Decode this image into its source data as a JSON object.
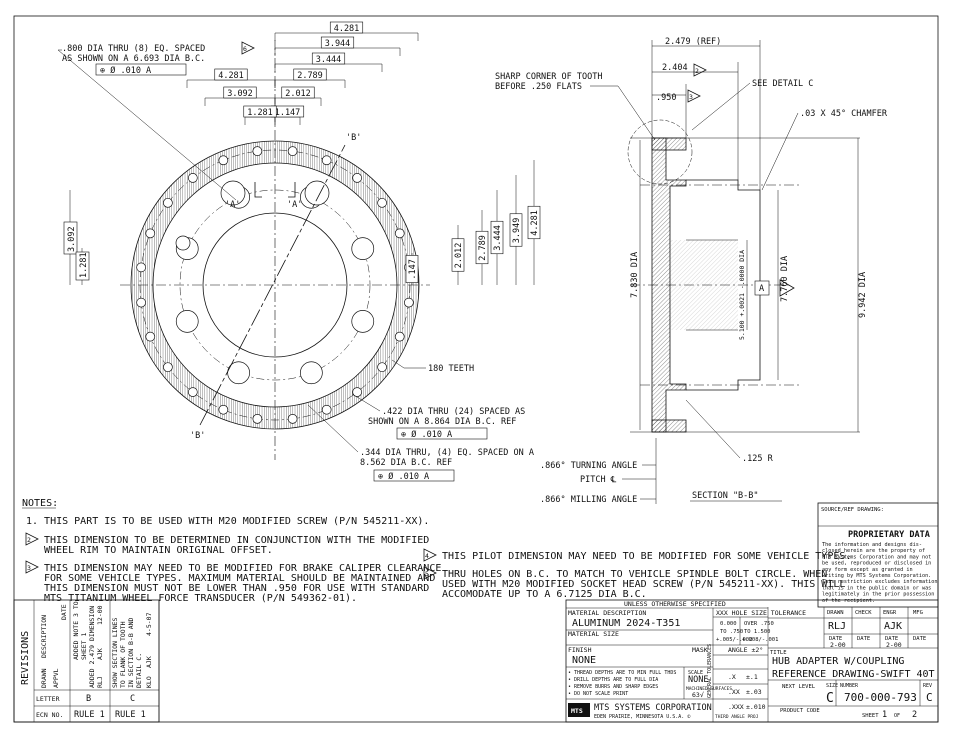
{
  "front_view": {
    "top_dims": [
      "4.281",
      "3.944",
      "3.444",
      "2.789",
      "2.012",
      "1.147",
      "1.281",
      "3.092",
      "4.281"
    ],
    "right_dims": [
      ".147",
      "2.012",
      "2.789",
      "3.444",
      "3.949",
      "4.281"
    ],
    "left_dims": [
      "3.092",
      "1.281"
    ],
    "callout_800": [
      ".800 DIA THRU (8) EQ. SPACED",
      "AS SHOWN ON A 6.693 DIA B.C."
    ],
    "callout_800_note": "6",
    "fcf_800": "⊕ Ø .010 A",
    "callout_422": [
      ".422 DIA THRU (24) SPACED AS",
      "SHOWN ON A 8.864 DIA B.C. REF"
    ],
    "fcf_422": "⊕ Ø .010 A",
    "callout_344": [
      ".344 DIA THRU, (4) EQ. SPACED ON A",
      "8.562 DIA B.C. REF"
    ],
    "fcf_344": "⊕ Ø .010 A",
    "teeth": "180 TEETH",
    "section_a": "'A'",
    "section_b": "'B'"
  },
  "section_view": {
    "dim_2479": "2.479 (REF)",
    "dim_2404": "2.404",
    "dim_2404_note": "2",
    "dim_950": ".950",
    "dim_950_note": "3",
    "sharp_corner": [
      "SHARP CORNER OF TOOTH",
      "BEFORE .250 FLATS"
    ],
    "see_detail": "SEE DETAIL  C",
    "chamfer": ".03 X 45° CHAMFER",
    "dia_7830": "7.830 DIA",
    "dia_7760": "7.760 DIA",
    "dia_9942": "9.942 DIA",
    "dia_5100": "5.100 +.0021 -.0000 DIA",
    "datum_a": "A",
    "turning_angle": ".866° TURNING ANGLE",
    "pitch": "PITCH ℄",
    "milling_angle": ".866° MILLING ANGLE",
    "radius": ".125 R",
    "section_label": "SECTION \"B-B\""
  },
  "notes": {
    "heading": "NOTES:",
    "n1": "1.  THIS PART IS TO BE USED WITH M20 MODIFIED SCREW (P/N 545211-XX).",
    "n2": [
      "THIS DIMENSION TO BE DETERMINED IN CONJUNCTION WITH THE MODIFIED",
      "WHEEL RIM TO MAINTAIN ORIGINAL OFFSET."
    ],
    "n3": [
      "THIS DIMENSION MAY NEED TO BE MODIFIED FOR BRAKE CALIPER CLEARANCE",
      "FOR SOME VEHICLE TYPES. MAXIMUM MATERIAL SHOULD BE MAINTAINED AND",
      "THIS DIMENSION MUST NOT BE LOWER THAN .950 FOR USE WITH STANDARD",
      "MTS TITANIUM WHEEL FORCE TRANSDUCER (P/N 549362-01)."
    ],
    "n4": "THIS PILOT DIMENSION MAY NEED TO BE MODIFIED FOR SOME VEHICLE TYPES.",
    "n5": [
      "THRU HOLES ON B.C. TO MATCH TO VEHICLE SPINDLE BOLT CIRCLE. WHEN",
      "USED WITH M20 MODIFIED SOCKET HEAD SCREW (P/N 545211-XX). THIS WILL",
      "ACCOMODATE UP TO A 6.7125 DIA B.C."
    ],
    "tri": [
      "2",
      "3",
      "4",
      "5"
    ]
  },
  "proprietary": {
    "source": "SOURCE/REF DRAWING:",
    "title": "PROPRIETARY DATA",
    "body": [
      "The information and designs dis-",
      "closed herein are the property of",
      "MTS Systems Corporation and may not",
      "be used, reproduced or disclosed in",
      "any form except as granted in",
      "writing by MTS Systems Corporation.",
      "This restriction excludes information",
      "that is in the public domain or was",
      "legitimately in the prior possession",
      "of the recipient."
    ]
  },
  "revisions": {
    "label": "REVISIONS",
    "row_headers": [
      "DESCRIPTION",
      "DRAWN",
      "APPVL",
      "DATE"
    ],
    "letter_label": "LETTER",
    "ecn_label": "ECN NO.",
    "col_b": {
      "desc": [
        "ADDED NOTE 3 TO",
        "SHEET 1",
        "ADDED 2.479 DIMENSION"
      ],
      "drawn": "RLJ",
      "appvl": "AJK",
      "date": "12-00",
      "letter": "B",
      "ecn": "RULE 1"
    },
    "col_c": {
      "desc": [
        "SHOW SECTION LINES",
        "TO FLANK OF TOOTH",
        "IN SECTION B-B AND",
        "DETAIL C."
      ],
      "drawn": "KLO",
      "appvl": "AJK",
      "date": "4-5-07",
      "letter": "C",
      "ecn": "RULE 1"
    }
  },
  "title_block": {
    "unless": "UNLESS OTHERWISE SPECIFIED",
    "material_desc_label": "MATERIAL DESCRIPTION",
    "material": "ALUMINUM 2024-T351",
    "material_size_label": "MATERIAL SIZE",
    "finish_label": "FINISH",
    "finish": "NONE",
    "mask_label": "MASK",
    "finish_notes": [
      "• THREAD DEPTHS ARE TO MIN FULL THDS",
      "• DRILL DEPTHS ARE TO FULL DIA",
      "• REMOVE BURRS AND SHARP EDGES",
      "• DO NOT SCALE PRINT"
    ],
    "scale_label": "SCALE",
    "scale": "NONE",
    "machined_label": "MACHINED SURFACES",
    "machined_val": "63√",
    "hole_tol": "XXX HOLE SIZE TOLERANCE",
    "hole_tol_rows": [
      "0.000",
      "OVER .750",
      "TO .750",
      "TO 1.500",
      "+.005/-.002",
      "+.008/-.001"
    ],
    "general_tol": "GENERAL TOLERANCES",
    "angle_label": "ANGLE ±2°",
    "tol_rows": [
      ".X",
      "±.1",
      ".XX",
      "±.03",
      ".XXX",
      "±.010"
    ],
    "thru_angle": "THIRD ANGLE PROJ",
    "company": "MTS SYSTEMS CORPORATION",
    "city": "EDEN PRAIRIE, MINNESOTA U.S.A. ©",
    "logo": "MTS",
    "drawn_label": "DRAWN",
    "check_label": "CHECK",
    "engr_label": "ENGR",
    "mfg_label": "MFG",
    "drawn": "RLJ",
    "engr": "AJK",
    "date_label": "DATE",
    "drawn_date": "2-00",
    "engr_date": "2-00",
    "title_label": "TITLE",
    "title1": "HUB ADAPTER W/COUPLING",
    "title2": "REFERENCE DRAWING-SWIFT 40T",
    "size_label": "SIZE",
    "size": "C",
    "number_label": "NUMBER",
    "number": "700-000-793",
    "rev_label": "REV",
    "rev": "C",
    "next_level": "NEXT LEVEL",
    "product_code": "PRODUCT CODE",
    "sheet_label": "SHEET",
    "sheet": "1",
    "of_label": "OF",
    "sheets": "2"
  }
}
